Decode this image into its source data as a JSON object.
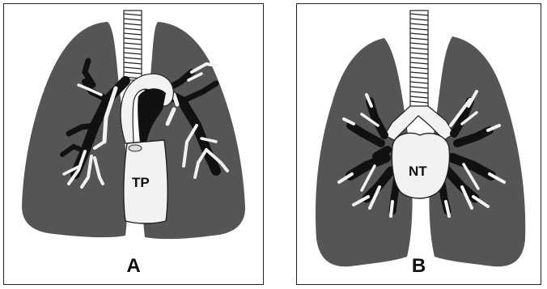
{
  "panels": [
    {
      "label": "A",
      "structure_label": "TP"
    },
    {
      "label": "B",
      "structure_label": "NT"
    }
  ],
  "colors": {
    "lung": "#555555",
    "airway_dark": "#111111",
    "airway_light": "#f2f2f2",
    "outline": "#222222"
  }
}
